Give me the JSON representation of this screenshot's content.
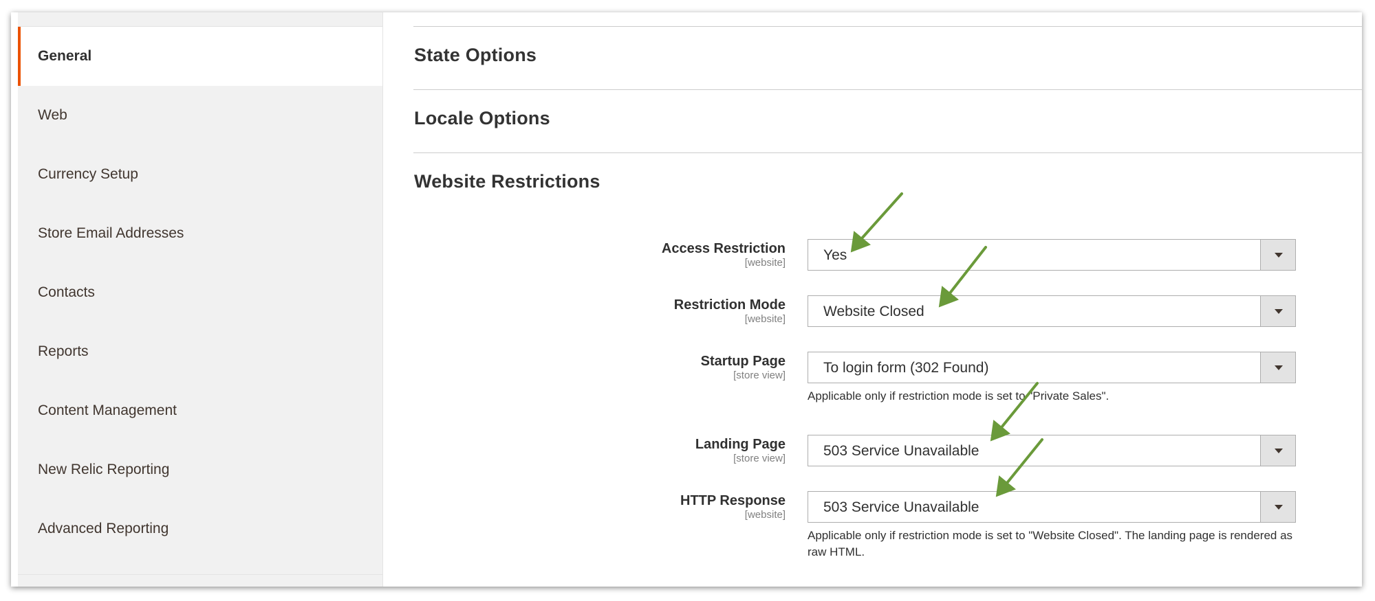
{
  "sidebar": {
    "items": [
      {
        "label": "General",
        "active": true
      },
      {
        "label": "Web"
      },
      {
        "label": "Currency Setup"
      },
      {
        "label": "Store Email Addresses"
      },
      {
        "label": "Contacts"
      },
      {
        "label": "Reports"
      },
      {
        "label": "Content Management"
      },
      {
        "label": "New Relic Reporting"
      },
      {
        "label": "Advanced Reporting"
      }
    ]
  },
  "sections": {
    "state_options": "State Options",
    "locale_options": "Locale Options",
    "website_restrictions": "Website Restrictions"
  },
  "fields": {
    "access_restriction": {
      "label": "Access Restriction",
      "scope": "[website]",
      "value": "Yes"
    },
    "restriction_mode": {
      "label": "Restriction Mode",
      "scope": "[website]",
      "value": "Website Closed"
    },
    "startup_page": {
      "label": "Startup Page",
      "scope": "[store view]",
      "value": "To login form (302 Found)",
      "note": "Applicable only if restriction mode is set to \"Private Sales\"."
    },
    "landing_page": {
      "label": "Landing Page",
      "scope": "[store view]",
      "value": "503 Service Unavailable"
    },
    "http_response": {
      "label": "HTTP Response",
      "scope": "[website]",
      "value": "503 Service Unavailable",
      "note": "Applicable only if restriction mode is set to \"Website Closed\". The landing page is rendered as raw HTML."
    }
  },
  "colors": {
    "accent": "#eb5202",
    "arrow": "#6a9a3a"
  }
}
